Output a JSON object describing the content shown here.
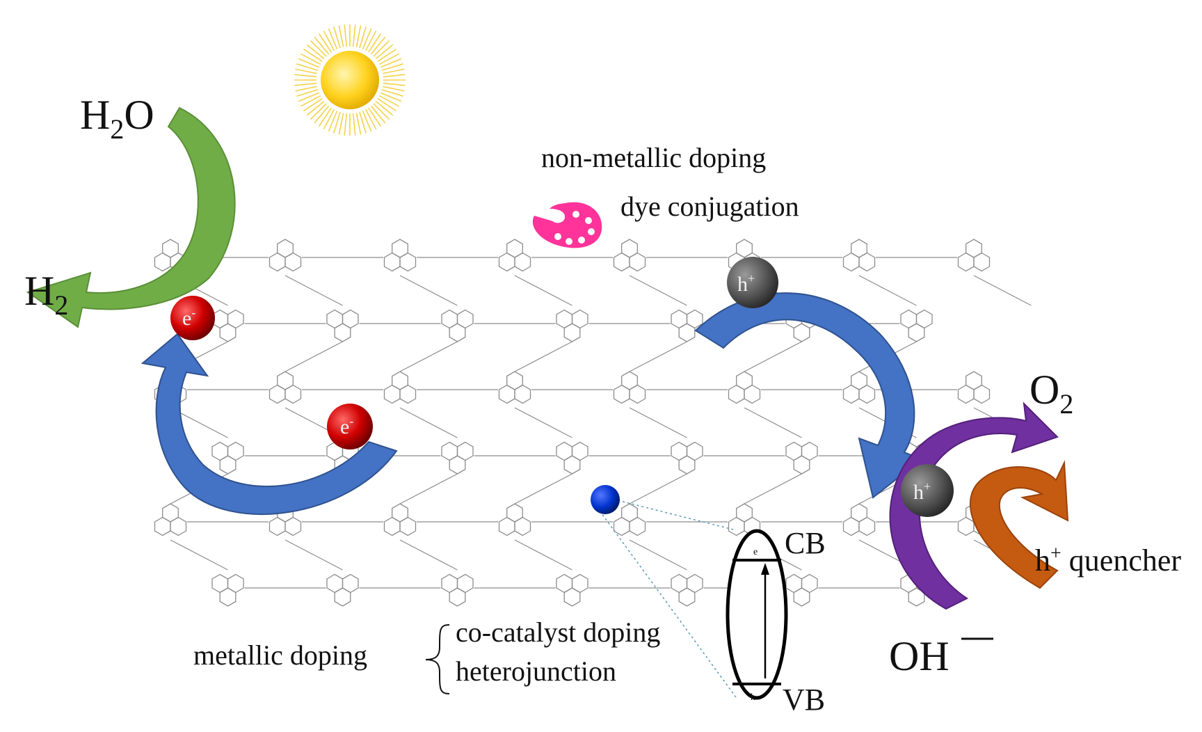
{
  "labels": {
    "water": "H",
    "water_sub": "2",
    "water_tail": "O",
    "hydrogen": "H",
    "hydrogen_sub": "2",
    "oxygen": "O",
    "oxygen_sub": "2",
    "hydroxide": "OH",
    "hole_quencher_h": "h",
    "hole_quencher_sup": "+",
    "hole_quencher_text": " quencher",
    "non_metallic_doping": "non-metallic doping",
    "dye_conjugation": "dye conjugation",
    "metallic_doping": "metallic doping",
    "co_catalyst_doping": "co-catalyst doping",
    "heterojunction": "heterojunction",
    "cb": "CB",
    "vb": "VB"
  },
  "particles": {
    "electron": "e",
    "electron_sup": "-",
    "hole": "h",
    "hole_sup": "+"
  },
  "colors": {
    "blue_arrow": "#4472c4",
    "green_arrow": "#70ad47",
    "purple_arrow": "#7030a0",
    "orange_arrow": "#c55a11",
    "electron": "#c00000",
    "hole": "#595959",
    "metal_dopant": "#0033cc",
    "dye_palette": "#ff3399",
    "sun": "#ffd21f",
    "lattice": "#8c8c8c"
  },
  "icons": [
    "sun-icon",
    "dye-palette-icon",
    "band-gap-icon"
  ]
}
